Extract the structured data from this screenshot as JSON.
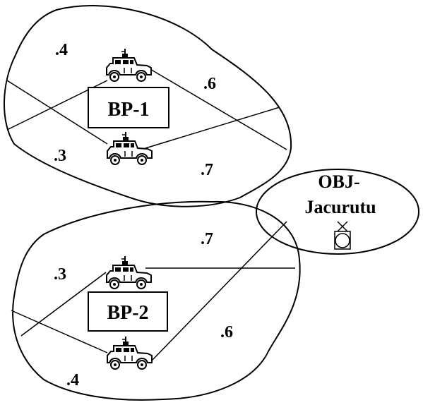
{
  "diagram": {
    "colors": {
      "stroke": "#000000",
      "background": "#ffffff",
      "vehicle_fill": "#ffffff"
    },
    "battle_positions": {
      "bp1": {
        "label": "BP-1"
      },
      "bp2": {
        "label": "BP-2"
      }
    },
    "objective": {
      "label_line1": "OBJ-",
      "label_line2": "Jacurutu",
      "icon": "target-icon"
    },
    "probabilities": {
      "bp1_top_left": ".4",
      "bp1_top_right": ".6",
      "bp1_bottom_left": ".3",
      "bp1_bottom_right": ".7",
      "bp2_top_right": ".7",
      "bp2_top_left": ".3",
      "bp2_bottom_right": ".6",
      "bp2_bottom_left": ".4"
    },
    "vehicle_icon": "humvee-icon"
  }
}
